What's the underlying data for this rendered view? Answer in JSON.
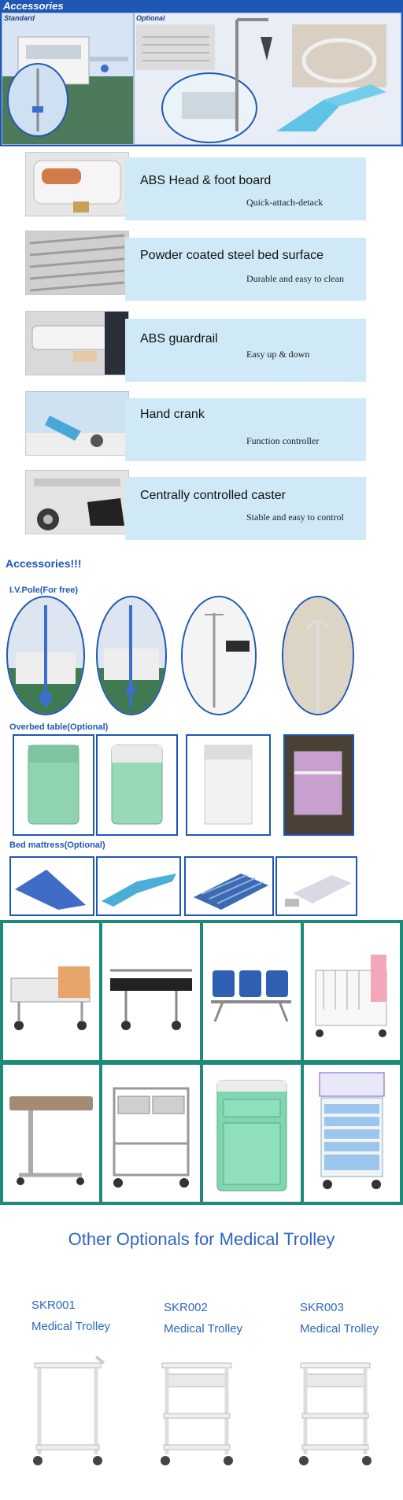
{
  "banner": {
    "title": "Accessories",
    "standard_label": "Standard",
    "optional_label": "Optional"
  },
  "features": [
    {
      "title": "ABS Head & foot board",
      "subtitle": "Quick-attach-detack"
    },
    {
      "title": "Powder coated steel bed surface",
      "subtitle": "Durable and easy to clean"
    },
    {
      "title": "ABS guardrail",
      "subtitle": "Easy up & down"
    },
    {
      "title": "Hand crank",
      "subtitle": "Function controller"
    },
    {
      "title": "Centrally controlled caster",
      "subtitle": "Stable and easy to control"
    }
  ],
  "accessories": {
    "heading": "Accessories!!!",
    "iv_pole": "I.V.Pole(For free)",
    "overbed_table": "Overbed table(Optional)",
    "bed_mattress": "Bed mattress(Optional)"
  },
  "other": {
    "title": "Other Optionals for Medical Trolley",
    "items": [
      {
        "code": "SKR001",
        "name": "Medical Trolley"
      },
      {
        "code": "SKR002",
        "name": "Medical Trolley"
      },
      {
        "code": "SKR003",
        "name": "Medical Trolley"
      }
    ]
  },
  "colors": {
    "brand_blue": "#1f57b5",
    "feature_box": "#cfeaf6",
    "grid_green": "#1e8a78",
    "title_blue": "#2f66c0"
  }
}
